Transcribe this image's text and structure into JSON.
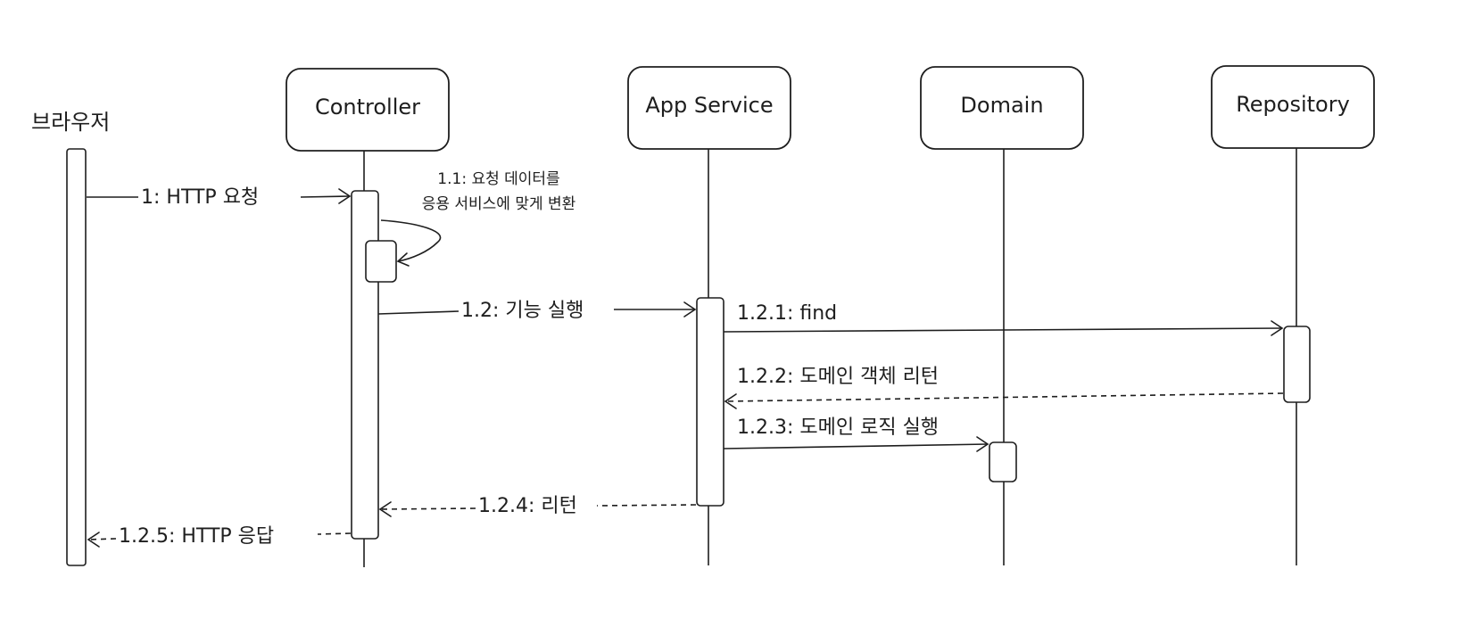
{
  "participants": {
    "browser": {
      "label": "브라우저"
    },
    "controller": {
      "label": "Controller"
    },
    "app_service": {
      "label": "App Service"
    },
    "domain": {
      "label": "Domain"
    },
    "repository": {
      "label": "Repository"
    }
  },
  "messages": {
    "m1": "1: HTTP 요청",
    "m1_1_line1": "1.1: 요청 데이터를",
    "m1_1_line2": "응용 서비스에 맞게 변환",
    "m1_2": "1.2: 기능 실행",
    "m1_2_1": "1.2.1: find",
    "m1_2_2": "1.2.2: 도메인 객체 리턴",
    "m1_2_3": "1.2.3: 도메인 로직 실행",
    "m1_2_4": "1.2.4: 리턴",
    "m1_2_5": "1.2.5: HTTP 응답"
  }
}
